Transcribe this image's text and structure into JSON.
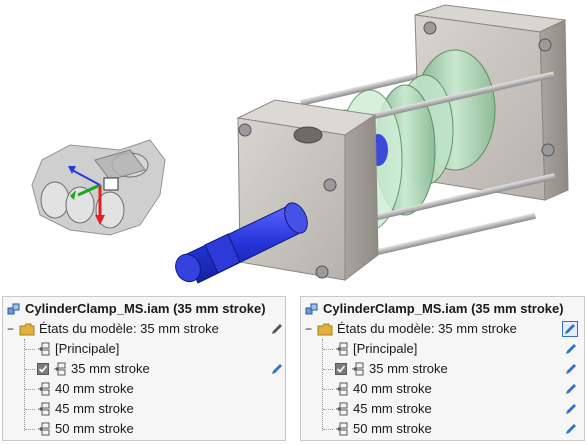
{
  "panels": [
    {
      "id": "left",
      "title": "CylinderClamp_MS.iam (35 mm stroke)",
      "states_label": "États du modèle: 35 mm stroke",
      "items": [
        "[Principale]",
        "35 mm stroke",
        "40 mm stroke",
        "45 mm stroke",
        "50 mm stroke"
      ],
      "active_index": 1
    },
    {
      "id": "right",
      "title": "CylinderClamp_MS.iam (35 mm stroke)",
      "states_label": "États du modèle: 35 mm stroke",
      "items": [
        "[Principale]",
        "35 mm stroke",
        "40 mm stroke",
        "45 mm stroke",
        "50 mm stroke"
      ],
      "active_index": 1
    }
  ],
  "colors": {
    "pencil_blue": "#2a73c7",
    "folder_yellow": "#e2b13c",
    "rod_blue": "#2f3fd6",
    "block_gray": "#c8c5c1",
    "piston_green": "#a8d6b0"
  }
}
